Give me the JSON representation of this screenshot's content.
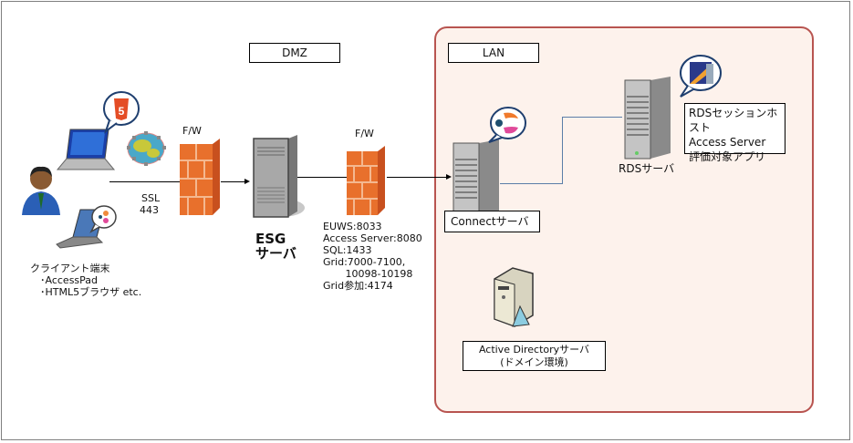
{
  "zones": {
    "dmz_label": "DMZ",
    "lan_label": "LAN"
  },
  "client": {
    "title": "クライアント端末",
    "item1": "･AccessPad",
    "item2": "･HTML5ブラウザ etc."
  },
  "connection_client_esg": {
    "protocol": "SSL",
    "port": "443"
  },
  "firewall1": {
    "label": "F/W"
  },
  "firewall2": {
    "label": "F/W"
  },
  "esg": {
    "line1": "ESG",
    "line2": "サーバ"
  },
  "ports": {
    "lines": [
      "EUWS:8033",
      "Access Server:8080",
      "SQL:1433",
      "Grid:7000-7100,",
      "       10098-10198",
      "Grid参加:4174"
    ]
  },
  "connect_server": {
    "label": "Connectサーバ"
  },
  "rds_server": {
    "label": "RDSサーバ",
    "callout_lines": [
      "RDSセッションホスト",
      "Access Server",
      "評価対象アプリ"
    ]
  },
  "ad_server": {
    "line1": "Active Directoryサーバ",
    "line2": "(ドメイン環境)"
  },
  "colors": {
    "lan_border": "#b85450",
    "lan_fill": "#fdf2ec",
    "link_line": "#5b7ea8",
    "firewall": "#e06a2c"
  }
}
